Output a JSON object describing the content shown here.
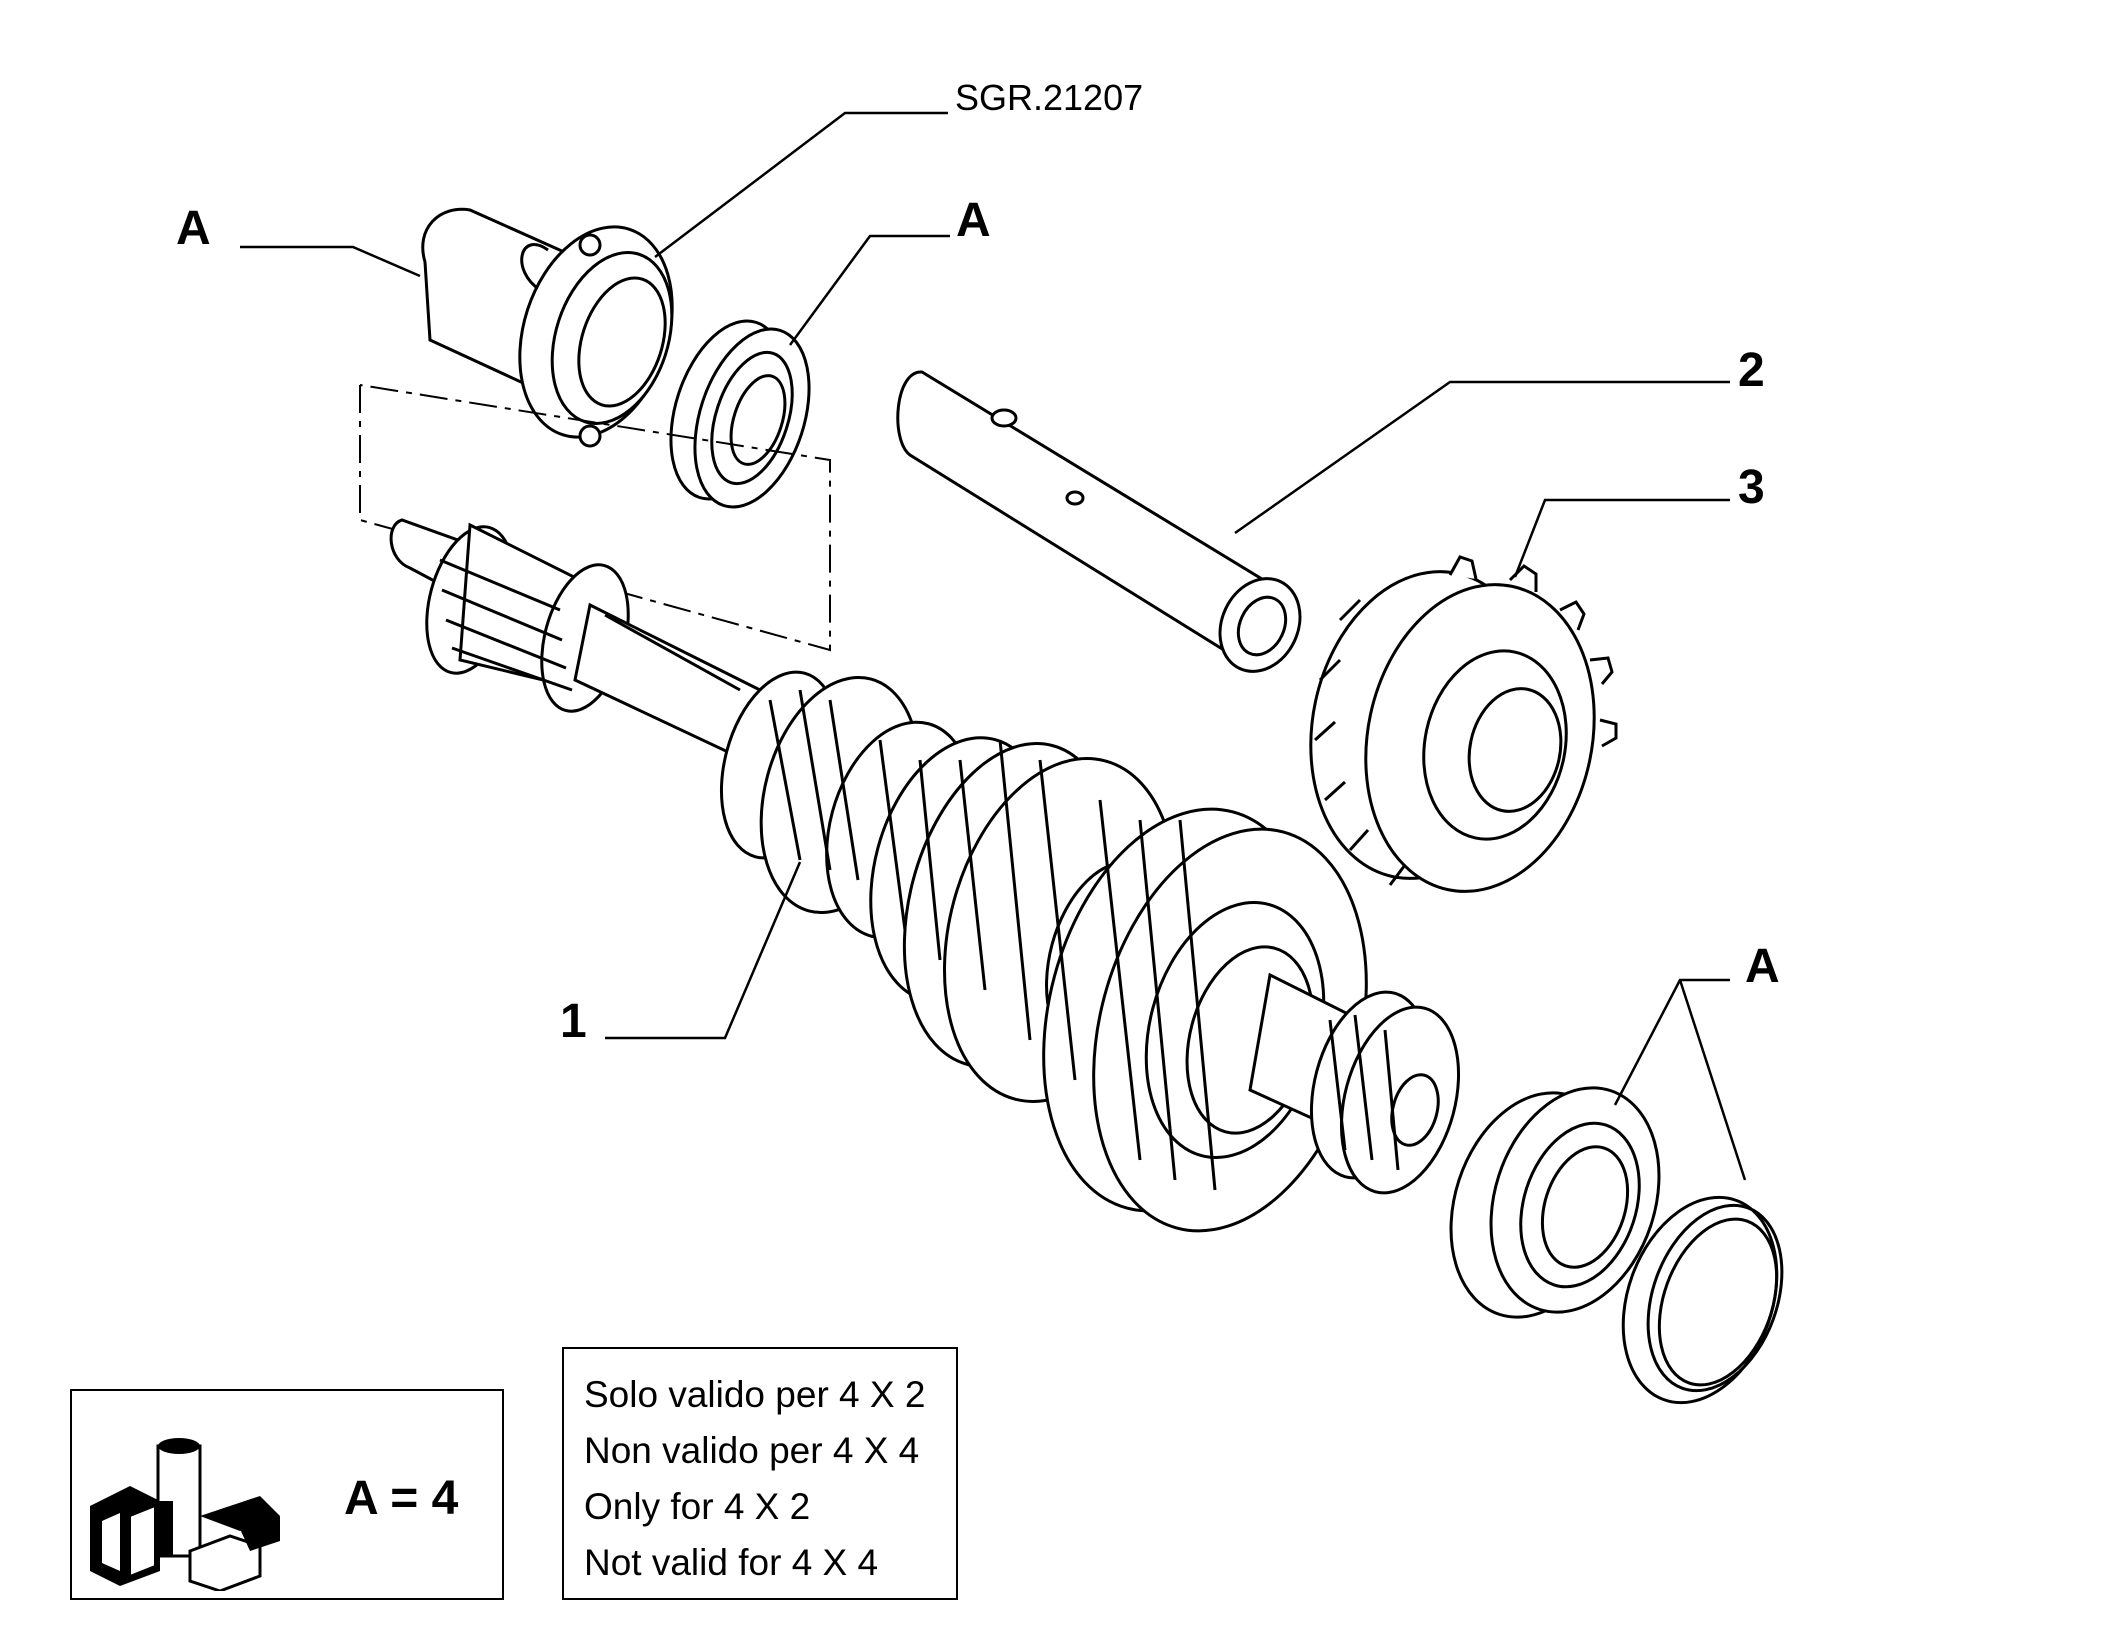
{
  "drawing": {
    "code": "SGR.21207",
    "callouts": {
      "a_top_left": "A",
      "a_top_bearing": "A",
      "a_right_bearing": "A",
      "part_1": "1",
      "part_2": "2",
      "part_3": "3"
    }
  },
  "legend": {
    "icon": "parts-kit-icon",
    "quantity": "A = 4"
  },
  "note": {
    "lines": [
      "Solo valido per 4 X 2",
      "Non valido per 4 X 4",
      "Only for 4 X 2",
      "Not valid for 4 X 4"
    ]
  }
}
